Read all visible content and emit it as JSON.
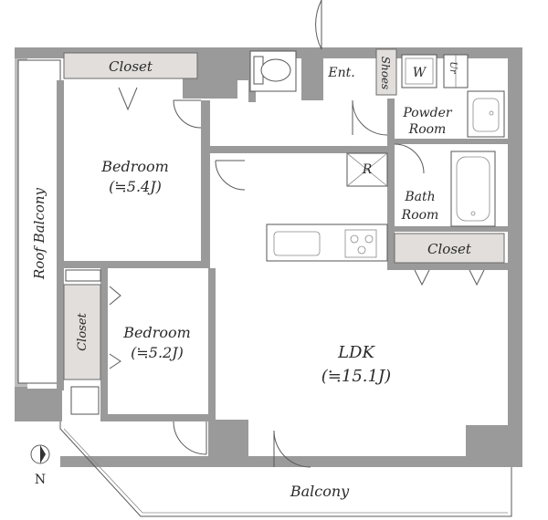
{
  "rooms": {
    "closet_top": "Closet",
    "ent": "Ent.",
    "shoes": "Shoes",
    "w": "W",
    "ur": "Ur",
    "powder_1": "Powder",
    "powder_2": "Room",
    "bedroom1_name": "Bedroom",
    "bedroom1_size": "(≒5.4J)",
    "r": "R",
    "bath_1": "Bath",
    "bath_2": "Room",
    "closet_mid": "Closet",
    "roof_balcony": "Roof Balcony",
    "closet_left": "Closet",
    "bedroom2_name": "Bedroom",
    "bedroom2_size": "(≒5.2J)",
    "ldk_name": "LDK",
    "ldk_size": "(≒15.1J)",
    "balcony": "Balcony",
    "north": "N"
  },
  "colors": {
    "wall": "#9a9a9a",
    "closet": "#e1dedb",
    "line": "#5a5a5a"
  }
}
